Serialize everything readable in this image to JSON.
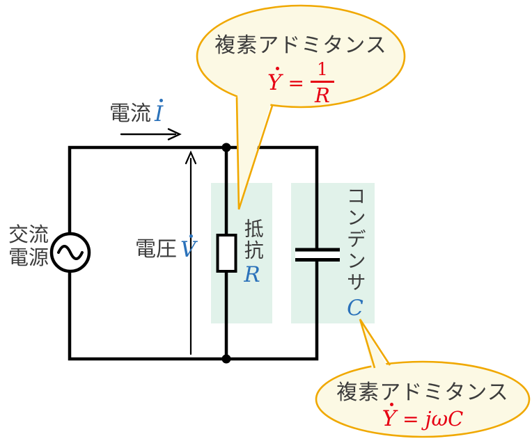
{
  "colors": {
    "wire": "#000000",
    "ink": "#3c3c3c",
    "accent": "#f0a800",
    "bubble_fill": "#fcf9e4",
    "formula_red": "#e60013",
    "symbol_blue": "#2b72ba",
    "highlight": "#e1f2ea"
  },
  "circuit": {
    "source_label_line1": "交流",
    "source_label_line2": "電源",
    "current_label": "電流",
    "current_symbol": "I",
    "voltage_label": "電圧",
    "voltage_symbol": "V",
    "resistor_label": "抵抗",
    "resistor_symbol": "R",
    "capacitor_label": "コンデンサ",
    "capacitor_symbol": "C"
  },
  "callouts": {
    "top": {
      "title": "複素アドミタンス",
      "formula": {
        "lhs": "Y",
        "equals": "=",
        "numerator": "1",
        "denominator": "R"
      }
    },
    "bottom": {
      "title": "複素アドミタンス",
      "formula": {
        "lhs": "Y",
        "equals": "=",
        "rhs": "jωC"
      }
    }
  }
}
